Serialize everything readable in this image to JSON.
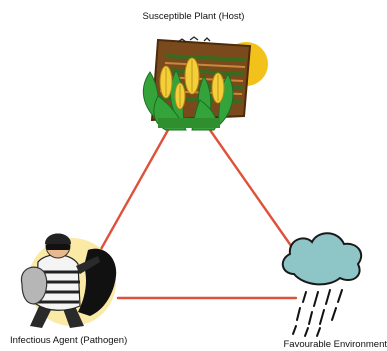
{
  "diagram": {
    "host_label": "Susceptible Plant (Host)",
    "pathogen_label": "Infectious Agent (Pathogen)",
    "environment_label": "Favourable Environment",
    "host_icon": "wheat-field-icon",
    "pathogen_icon": "burglar-icon",
    "environment_icon": "rain-cloud-icon",
    "triangle_color": "#e0513a"
  }
}
